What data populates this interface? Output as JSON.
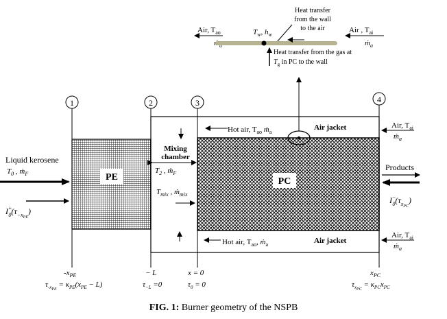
{
  "top_inset": {
    "heat_transfer_wall_to_air": [
      "Heat transfer",
      "from the wall",
      "to the air"
    ],
    "air_out_label": "Air, T",
    "air_out_sub": "ao",
    "m_a_left": "ṁ",
    "m_a_left_sub": "a",
    "wall_label": "T",
    "wall_label_sub1": "w",
    "wall_label_mid": ", h",
    "wall_label_sub2": "w",
    "air_in_label": "Air , T",
    "air_in_sub": "ai",
    "m_a_right": "ṁ",
    "m_a_right_sub": "a",
    "heat_transfer_gas_wall_1": "Heat transfer from the gas at",
    "heat_transfer_gas_wall_2a": "T",
    "heat_transfer_gas_wall_2sub": "g",
    "heat_transfer_gas_wall_2b": " in PC to the wall"
  },
  "stations": [
    "1",
    "2",
    "3",
    "4"
  ],
  "left_inlet": {
    "label": "Liquid kerosene",
    "sub_a": "T",
    "sub_a_sub": "0",
    "sub_b": " , ṁ",
    "sub_b_sub": "F",
    "intensity": "I",
    "intensity_sup": "+",
    "intensity_sub": "0",
    "intensity_arg": "(τ",
    "intensity_arg_sub": "−x",
    "intensity_arg_subsub": "PE",
    "intensity_close": ")"
  },
  "pe_label": "PE",
  "pc_label": "PC",
  "mixing_chamber": [
    "Mixing",
    "chamber"
  ],
  "t2_label": "T",
  "t2_sub": "2",
  "t2_rest": " , ṁ",
  "t2_rest_sub": "F",
  "tmix_label": "T",
  "tmix_sub": "mix",
  "tmix_rest": " , ṁ",
  "tmix_rest_sub": "mix",
  "top_jacket": {
    "hot_air": "Hot air, T",
    "hot_air_sub": "ao",
    "hot_air_rest": " ṁ",
    "hot_air_rest_sub": "a",
    "air_jacket": "Air jacket"
  },
  "bottom_jacket": {
    "hot_air": "Hot air, T",
    "hot_air_sub": "ao",
    "hot_air_rest": ", ṁ",
    "hot_air_rest_sub": "a",
    "air_jacket": "Air jacket"
  },
  "right_top_air": {
    "line1": "Air, T",
    "line1_sub": "ai",
    "line2": "ṁ",
    "line2_sub": "a"
  },
  "right_bottom_air": {
    "line1": "Air, T",
    "line1_sub": "ai",
    "line2": "ṁ",
    "line2_sub": "a"
  },
  "products": "Products",
  "right_intensity": {
    "label": "I",
    "sup": "−",
    "sub": "0",
    "arg": "(τ",
    "arg_sub": "x",
    "arg_subsub": "PC",
    "close": ")"
  },
  "bottom_labels": {
    "xpe": "-x",
    "xpe_sub": "PE",
    "tau_pe": "τ",
    "tau_pe_sub": "-x",
    "tau_pe_subsub": "PE",
    "tau_pe_rest": " = κ",
    "tau_pe_rest_sub": "PE",
    "tau_pe_paren": "(x",
    "tau_pe_paren_sub": "PE",
    "tau_pe_end": " − L)",
    "minus_l": "− L",
    "tau_l": "τ",
    "tau_l_sub": "−L",
    "tau_l_rest": " =0",
    "x0": "x = 0",
    "tau0": "τ",
    "tau0_sub": "0",
    "tau0_rest": " = 0",
    "xpc": "x",
    "xpc_sub": "PC",
    "tau_pc": "τ",
    "tau_pc_sub": "x",
    "tau_pc_subsub": "PC",
    "tau_pc_rest": " = κ",
    "tau_pc_rest_sub": "PC",
    "tau_pc_x": "x",
    "tau_pc_x_sub": "PC"
  },
  "caption": {
    "label": "FIG. 1:",
    "text": " Burner geometry of the NSPB"
  }
}
